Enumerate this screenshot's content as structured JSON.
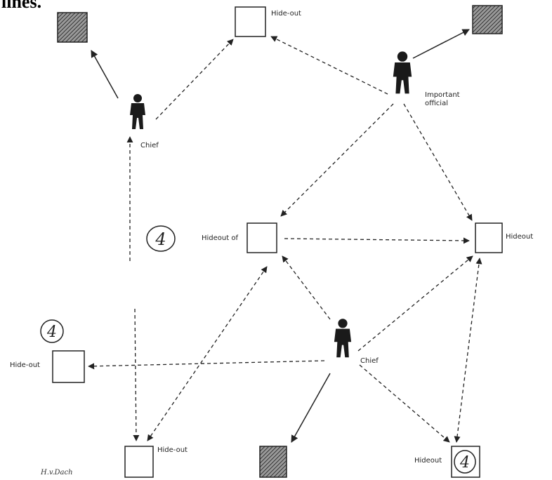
{
  "header_fragment": "lines.",
  "labels": {
    "hideout_top": "Hide-out",
    "important_official_line1": "Important",
    "important_official_line2": "official",
    "chief_upper": "Chief",
    "hideout_of": "Hideout of",
    "hideout_right": "Hideout",
    "hideout_left": "Hide-out",
    "chief_lower": "Chief",
    "hideout_bottom_left": "Hide-out",
    "hideout_bottom_right": "Hideout"
  },
  "annotations": {
    "circled_number": "4",
    "signature": "H.v.Dach"
  },
  "colors": {
    "line": "#222222",
    "figure": "#1a1a1a",
    "hatch": "#555555"
  }
}
